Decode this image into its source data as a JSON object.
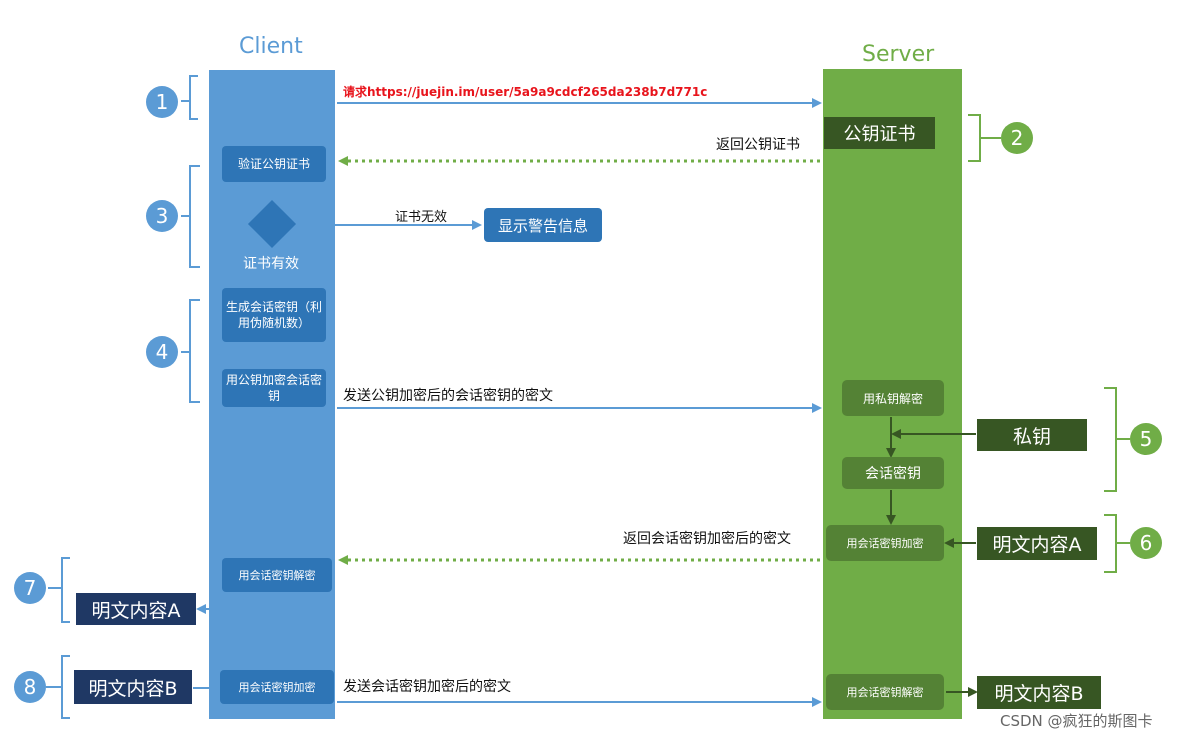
{
  "client_title": "Client",
  "server_title": "Server",
  "request_url": "请求https://juejin.im/user/5a9a9cdcf265da238b7d771c",
  "public_key_cert": "公钥证书",
  "return_public_key_cert": "返回公钥证书",
  "verify_cert": "验证公钥证书",
  "cert_invalid": "证书无效",
  "show_warning": "显示警告信息",
  "cert_valid": "证书有效",
  "gen_session_key": "生成会话密钥（利用伪随机数）",
  "encrypt_session_key": "用公钥加密会话密钥",
  "send_encrypted_session_key": "发送公钥加密后的会话密钥的密文",
  "decrypt_private_key": "用私钥解密",
  "private_key": "私钥",
  "session_key": "会话密钥",
  "return_encrypted": "返回会话密钥加密后的密文",
  "encrypt_with_session_key": "用会话密钥加密",
  "plaintext_a": "明文内容A",
  "decrypt_with_session_key": "用会话密钥解密",
  "plaintext_b": "明文内容B",
  "send_encrypted": "发送会话密钥加密后的密文",
  "steps": [
    "1",
    "2",
    "3",
    "4",
    "5",
    "6",
    "7",
    "8"
  ],
  "watermark": "CSDN @疯狂的斯图卡",
  "colors": {
    "client": "#5b9bd5",
    "client_box": "#2e75b6",
    "server": "#70ad47",
    "server_box": "#548235",
    "dark_green": "#375623",
    "navy": "#1f3864",
    "request_red": "#e8141c"
  }
}
